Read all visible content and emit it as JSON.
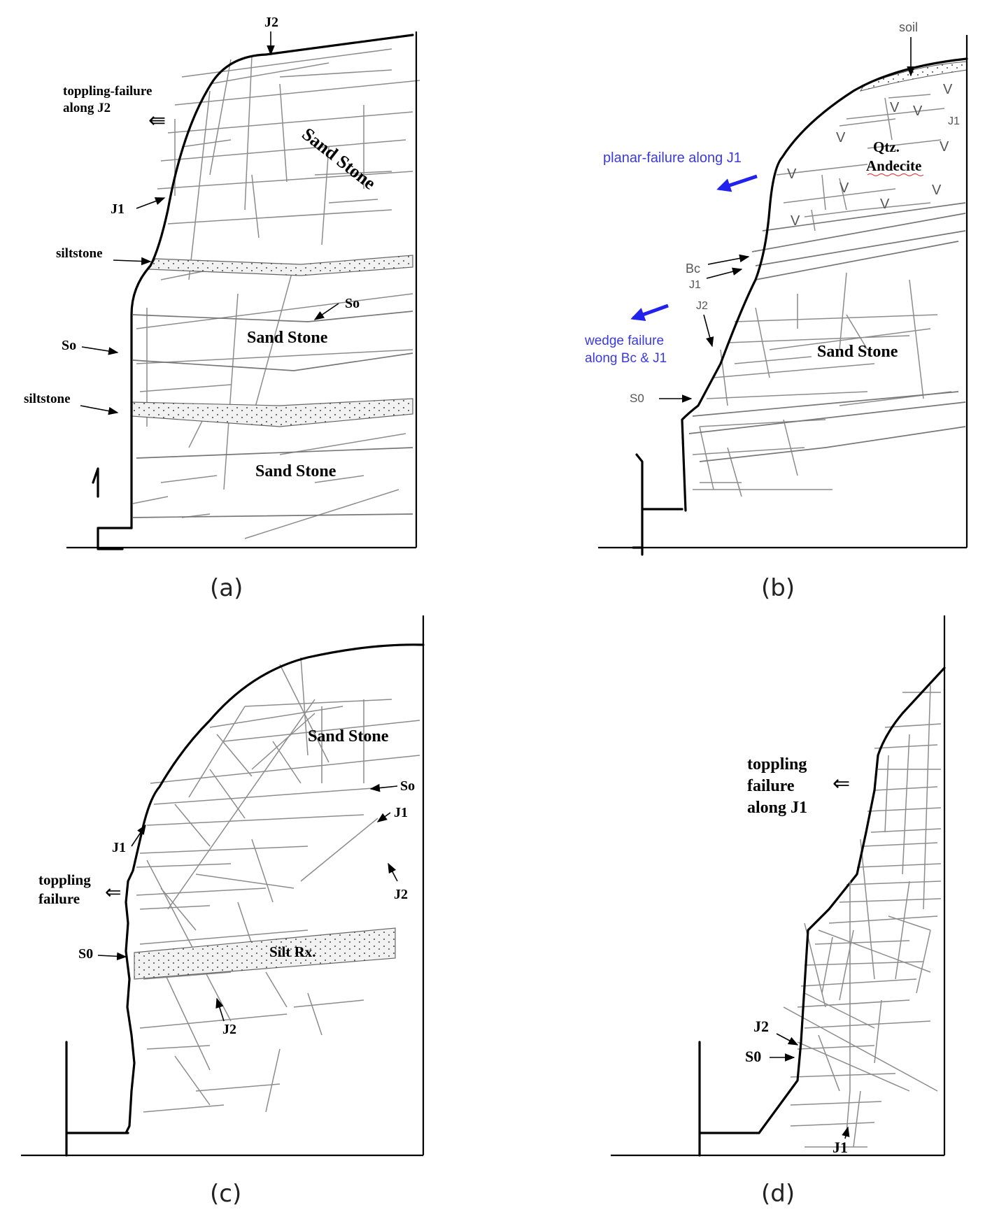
{
  "panels": [
    {
      "id": "a",
      "caption": "(a)",
      "labels": {
        "j2_top": "J2",
        "toppling": "toppling-failure",
        "toppling_along": "along J2",
        "sand_stone_upper": "Sand Stone",
        "j1": "J1",
        "siltstone_upper": "siltstone",
        "so_right": "So",
        "sand_stone_middle": "Sand Stone",
        "so_left": "So",
        "siltstone_lower": "siltstone",
        "sand_stone_lower": "Sand Stone"
      }
    },
    {
      "id": "b",
      "caption": "(b)",
      "labels": {
        "soil": "soil",
        "j1_upper": "J1",
        "planar_failure": "planar-failure along J1",
        "rock_line1": "Qtz.",
        "rock_line2": "Andecite",
        "v_mark": "V",
        "bc": "Bc",
        "j1_lower": "J1",
        "j2": "J2",
        "wedge_line1": "wedge failure",
        "wedge_line2": "along Bc & J1",
        "sand_stone": "Sand Stone",
        "s0": "S0"
      }
    },
    {
      "id": "c",
      "caption": "(c)",
      "labels": {
        "sand_stone": "Sand Stone",
        "so": "So",
        "j1_right": "J1",
        "j1_left": "J1",
        "toppling_line1": "toppling",
        "toppling_line2": "failure",
        "j2_right": "J2",
        "silt": "Silt Rx.",
        "s0": "S0",
        "j2_bottom": "J2"
      }
    },
    {
      "id": "d",
      "caption": "(d)",
      "labels": {
        "toppling_line1": "toppling",
        "toppling_line2": "failure",
        "toppling_line3": "along J1",
        "j2": "J2",
        "s0": "S0",
        "j1": "J1"
      }
    }
  ],
  "colors": {
    "failure_arrow": "#2222ee",
    "failure_text": "#3a3ae0",
    "outline": "#000000",
    "joints": "#8c8c8c"
  },
  "icons": {
    "failure_direction": "double-arrow-left-icon",
    "blue_arrow": "blue-arrow-icon"
  }
}
